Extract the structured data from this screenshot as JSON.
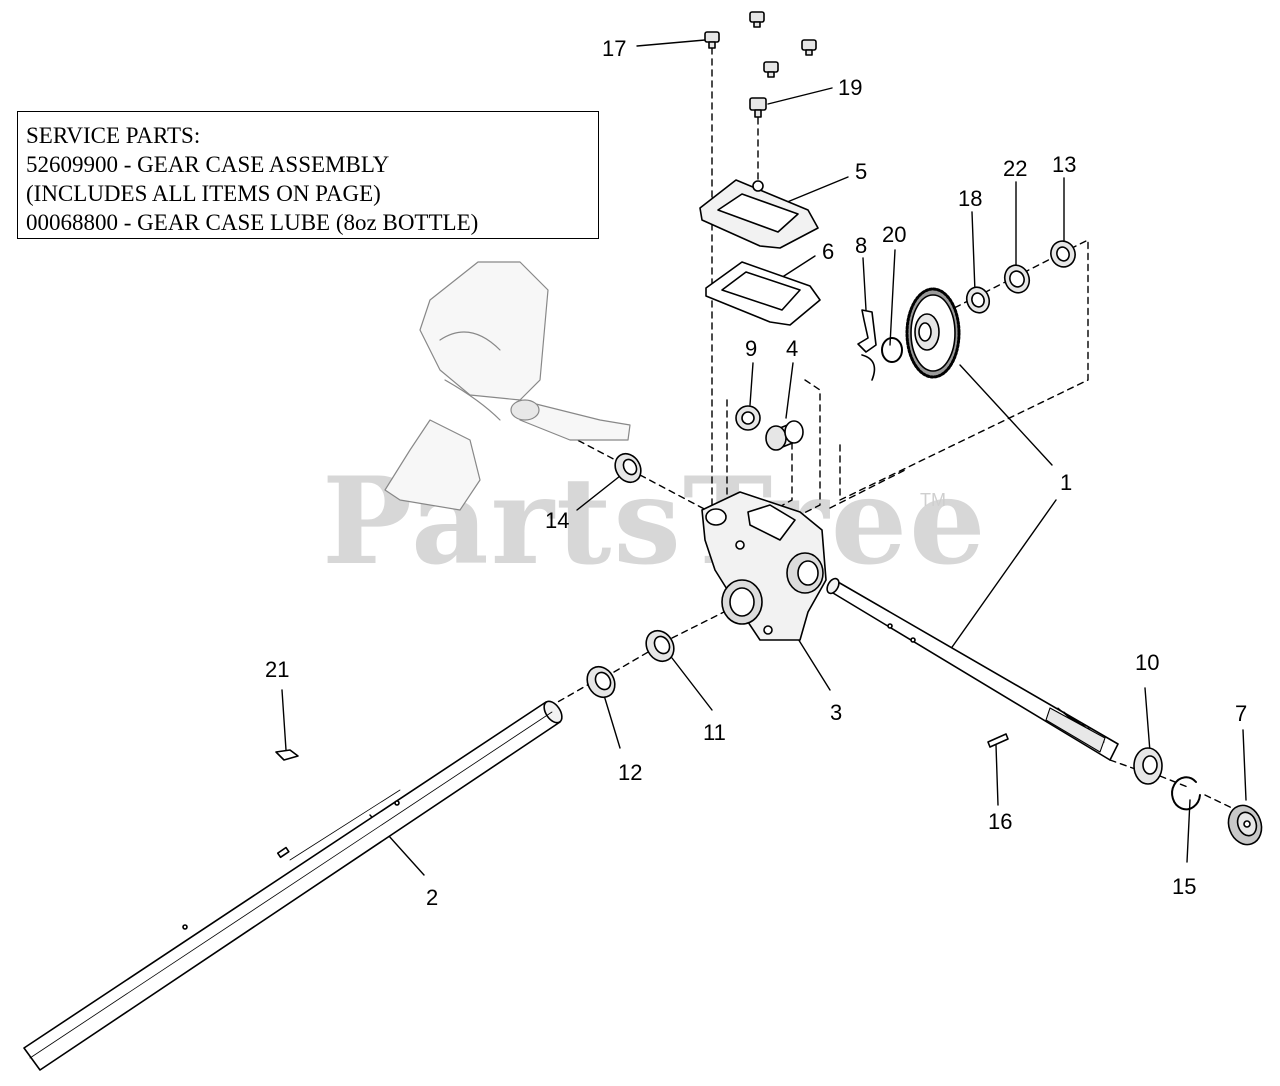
{
  "service_parts": {
    "heading": "SERVICE PARTS:",
    "lines": [
      "52609900 - GEAR CASE ASSEMBLY",
      "(INCLUDES ALL ITEMS ON PAGE)",
      "00068800 - GEAR CASE LUBE (8oz BOTTLE)"
    ]
  },
  "watermark": {
    "brand": "PartsTree",
    "tm": "TM"
  },
  "callouts": {
    "c1": "1",
    "c2": "2",
    "c3": "3",
    "c4": "4",
    "c5": "5",
    "c6": "6",
    "c7": "7",
    "c8": "8",
    "c9": "9",
    "c10": "10",
    "c11": "11",
    "c12": "12",
    "c13": "13",
    "c14": "14",
    "c15": "15",
    "c16": "16",
    "c17": "17",
    "c18": "18",
    "c19": "19",
    "c20": "20",
    "c21": "21",
    "c22": "22"
  },
  "colors": {
    "line": "#000000",
    "watermark": "#d7d7d7",
    "part_fill": "#f2f2f2",
    "part_shade": "#c8c8c8"
  }
}
